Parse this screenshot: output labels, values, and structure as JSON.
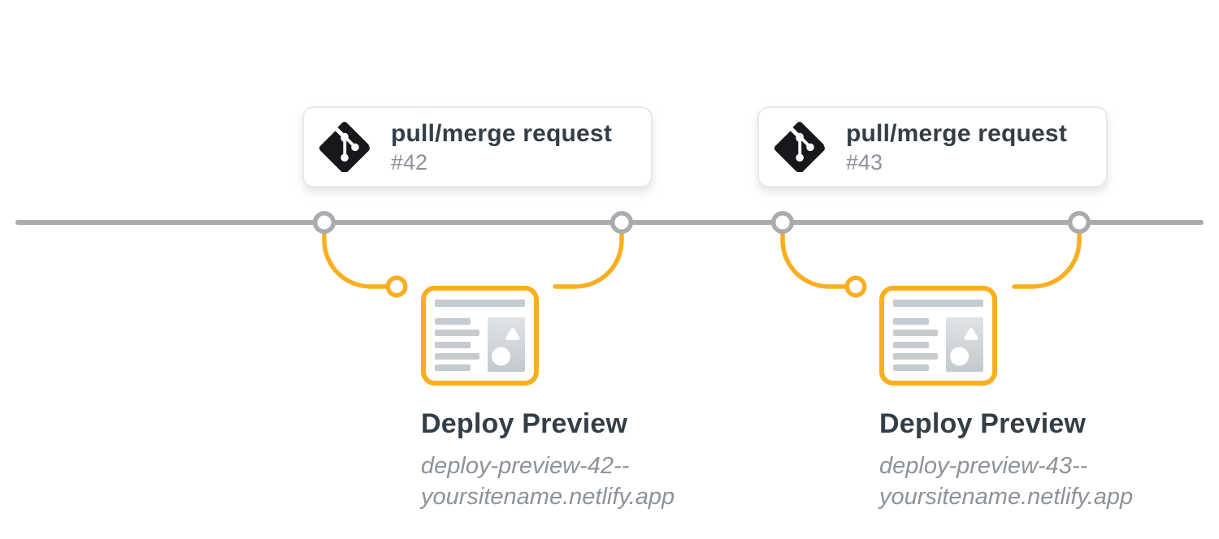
{
  "diagram": {
    "description": "git main-branch timeline with two pull/merge request branches producing Netlify Deploy Previews",
    "colors": {
      "accent_yellow": "#fbae1f",
      "timeline_gray": "#a9abae",
      "placeholder_gray": "#c6cbd0",
      "text_dark": "#333e47",
      "text_muted": "#8d9399",
      "git_icon_black": "#16181b",
      "background": "#ffffff"
    },
    "branches": [
      {
        "request": {
          "icon": "git-logo-icon",
          "label": "pull/merge request",
          "number": "#42"
        },
        "preview": {
          "icon": "browser-page-icon",
          "title": "Deploy Preview",
          "url": "deploy-preview-42--yoursitename.netlify.app",
          "url_line1": "deploy-preview-42--",
          "url_line2": "yoursitename.netlify.app"
        }
      },
      {
        "request": {
          "icon": "git-logo-icon",
          "label": "pull/merge request",
          "number": "#43"
        },
        "preview": {
          "icon": "browser-page-icon",
          "title": "Deploy Preview",
          "url": "deploy-preview-43--yoursitename.netlify.app",
          "url_line1": "deploy-preview-43--",
          "url_line2": "yoursitename.netlify.app"
        }
      }
    ]
  }
}
